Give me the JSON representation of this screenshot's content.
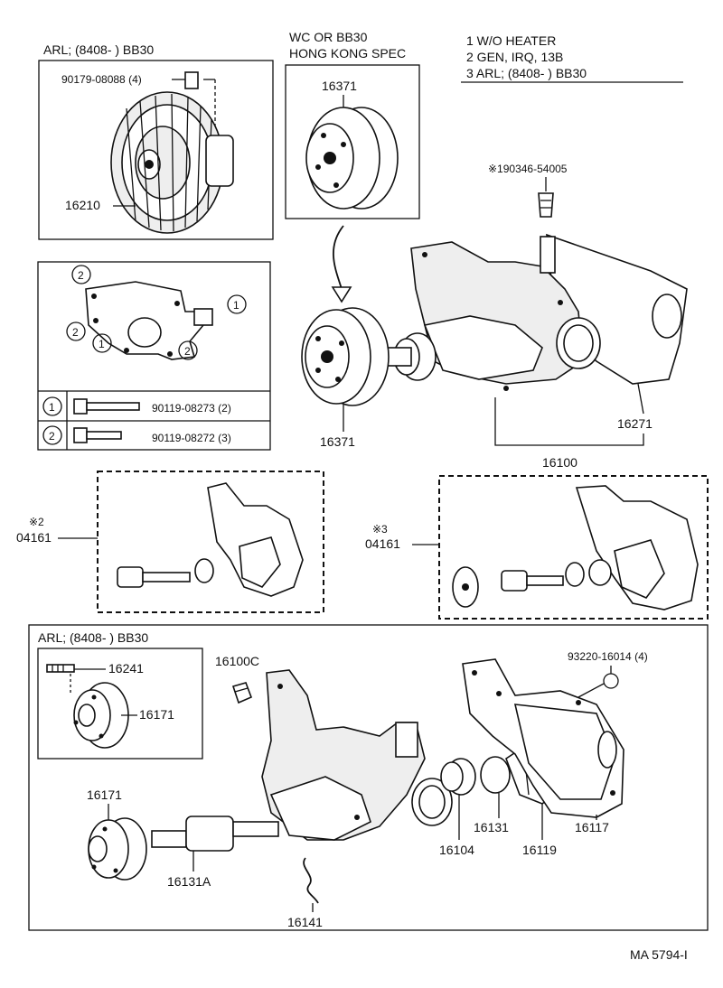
{
  "footnotes": {
    "n1": "1 W/O HEATER",
    "n2": "2 GEN, IRQ, 13B",
    "n3": "3 ARL; (8408-        ) BB30",
    "mark": "※"
  },
  "fan_box": {
    "title": "ARL; (8408-        ) BB30",
    "bolt_label": "90179-08088 (4)",
    "clutch_label": "16210"
  },
  "pulley_box": {
    "title_line1": "WC OR BB30",
    "title_line2": "HONG KONG SPEC",
    "label": "16371"
  },
  "bolt_box": {
    "legend": [
      {
        "num": "1",
        "part": "90119-08273 (2)"
      },
      {
        "num": "2",
        "part": "90119-08272 (3)"
      }
    ],
    "callout_1": "1",
    "callout_2": "2"
  },
  "main": {
    "plug_label": "※190346-54005",
    "pulley_label": "16371",
    "gasket_label": "16271",
    "pump_label": "16100"
  },
  "kit2": {
    "mark": "※2",
    "label": "04161"
  },
  "kit3": {
    "mark": "※3",
    "label": "04161"
  },
  "exploded": {
    "title": "ARL; (8408-        ) BB30",
    "stud_label": "16241",
    "hub_inset_label": "16171",
    "plug_label": "16100C",
    "washer_label": "93220-16014 (4)",
    "hub_label": "16171",
    "bearing_label": "16131A",
    "wire_label": "16141",
    "seat_label": "16104",
    "seal_label": "16131",
    "impeller_label": "16119",
    "cover_label": "16117"
  },
  "code": "MA 5794-I"
}
